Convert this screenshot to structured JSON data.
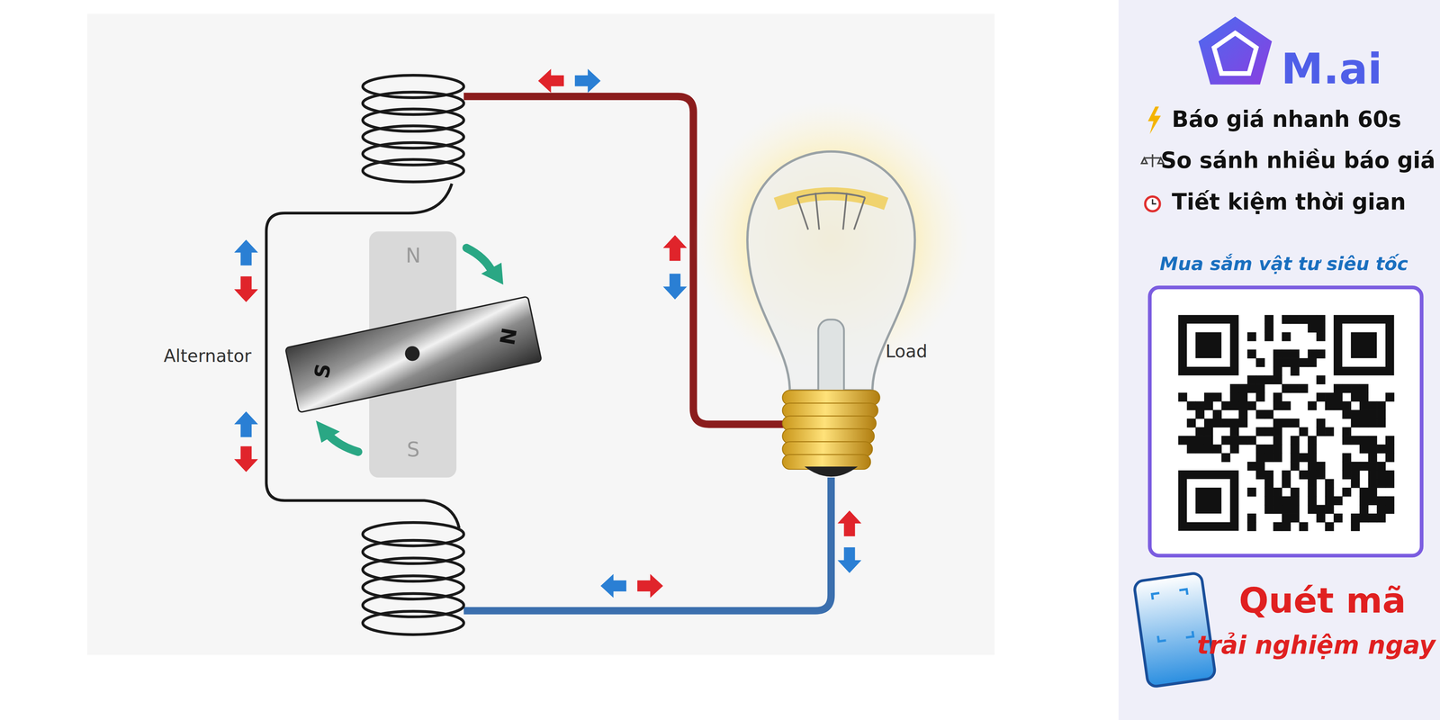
{
  "diagram": {
    "labels": [
      "N",
      "S",
      "S",
      "N",
      "Alternator",
      "Load",
      "M.ai",
      "Báo giá nhanh 60s",
      "So sánh nhiều báo giá",
      "Tiết kiệm thời gian",
      "Mua sắm vật tư siêu tốc",
      "Quét mã",
      "trải nghiệm ngay"
    ]
  }
}
